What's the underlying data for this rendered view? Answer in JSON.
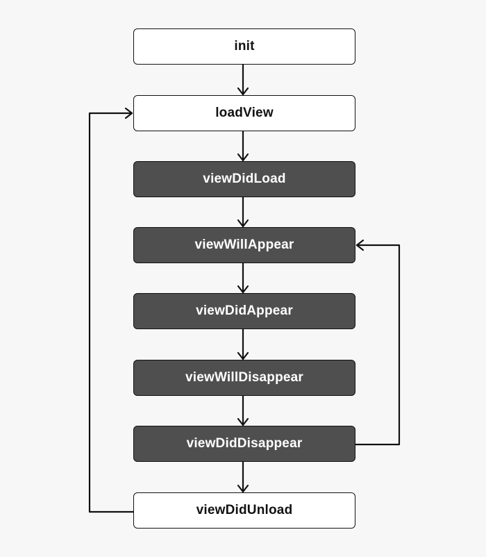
{
  "diagram": {
    "nodes": [
      {
        "id": "init",
        "label": "init",
        "style": "light"
      },
      {
        "id": "loadView",
        "label": "loadView",
        "style": "light"
      },
      {
        "id": "viewDidLoad",
        "label": "viewDidLoad",
        "style": "dark"
      },
      {
        "id": "viewWillAppear",
        "label": "viewWillAppear",
        "style": "dark"
      },
      {
        "id": "viewDidAppear",
        "label": "viewDidAppear",
        "style": "dark"
      },
      {
        "id": "viewWillDisappear",
        "label": "viewWillDisappear",
        "style": "dark"
      },
      {
        "id": "viewDidDisappear",
        "label": "viewDidDisappear",
        "style": "dark"
      },
      {
        "id": "viewDidUnload",
        "label": "viewDidUnload",
        "style": "light"
      }
    ],
    "edges": [
      {
        "from": "init",
        "to": "loadView"
      },
      {
        "from": "loadView",
        "to": "viewDidLoad"
      },
      {
        "from": "viewDidLoad",
        "to": "viewWillAppear"
      },
      {
        "from": "viewWillAppear",
        "to": "viewDidAppear"
      },
      {
        "from": "viewDidAppear",
        "to": "viewWillDisappear"
      },
      {
        "from": "viewWillDisappear",
        "to": "viewDidDisappear"
      },
      {
        "from": "viewDidDisappear",
        "to": "viewDidUnload"
      },
      {
        "from": "viewDidDisappear",
        "to": "viewWillAppear",
        "route": "right-loop"
      },
      {
        "from": "viewDidUnload",
        "to": "loadView",
        "route": "left-loop"
      }
    ],
    "colors": {
      "background": "#f7f7f7",
      "light_fill": "#ffffff",
      "dark_fill": "#4f4f4f",
      "stroke": "#111111",
      "light_text": "#111111",
      "dark_text": "#ffffff"
    }
  }
}
